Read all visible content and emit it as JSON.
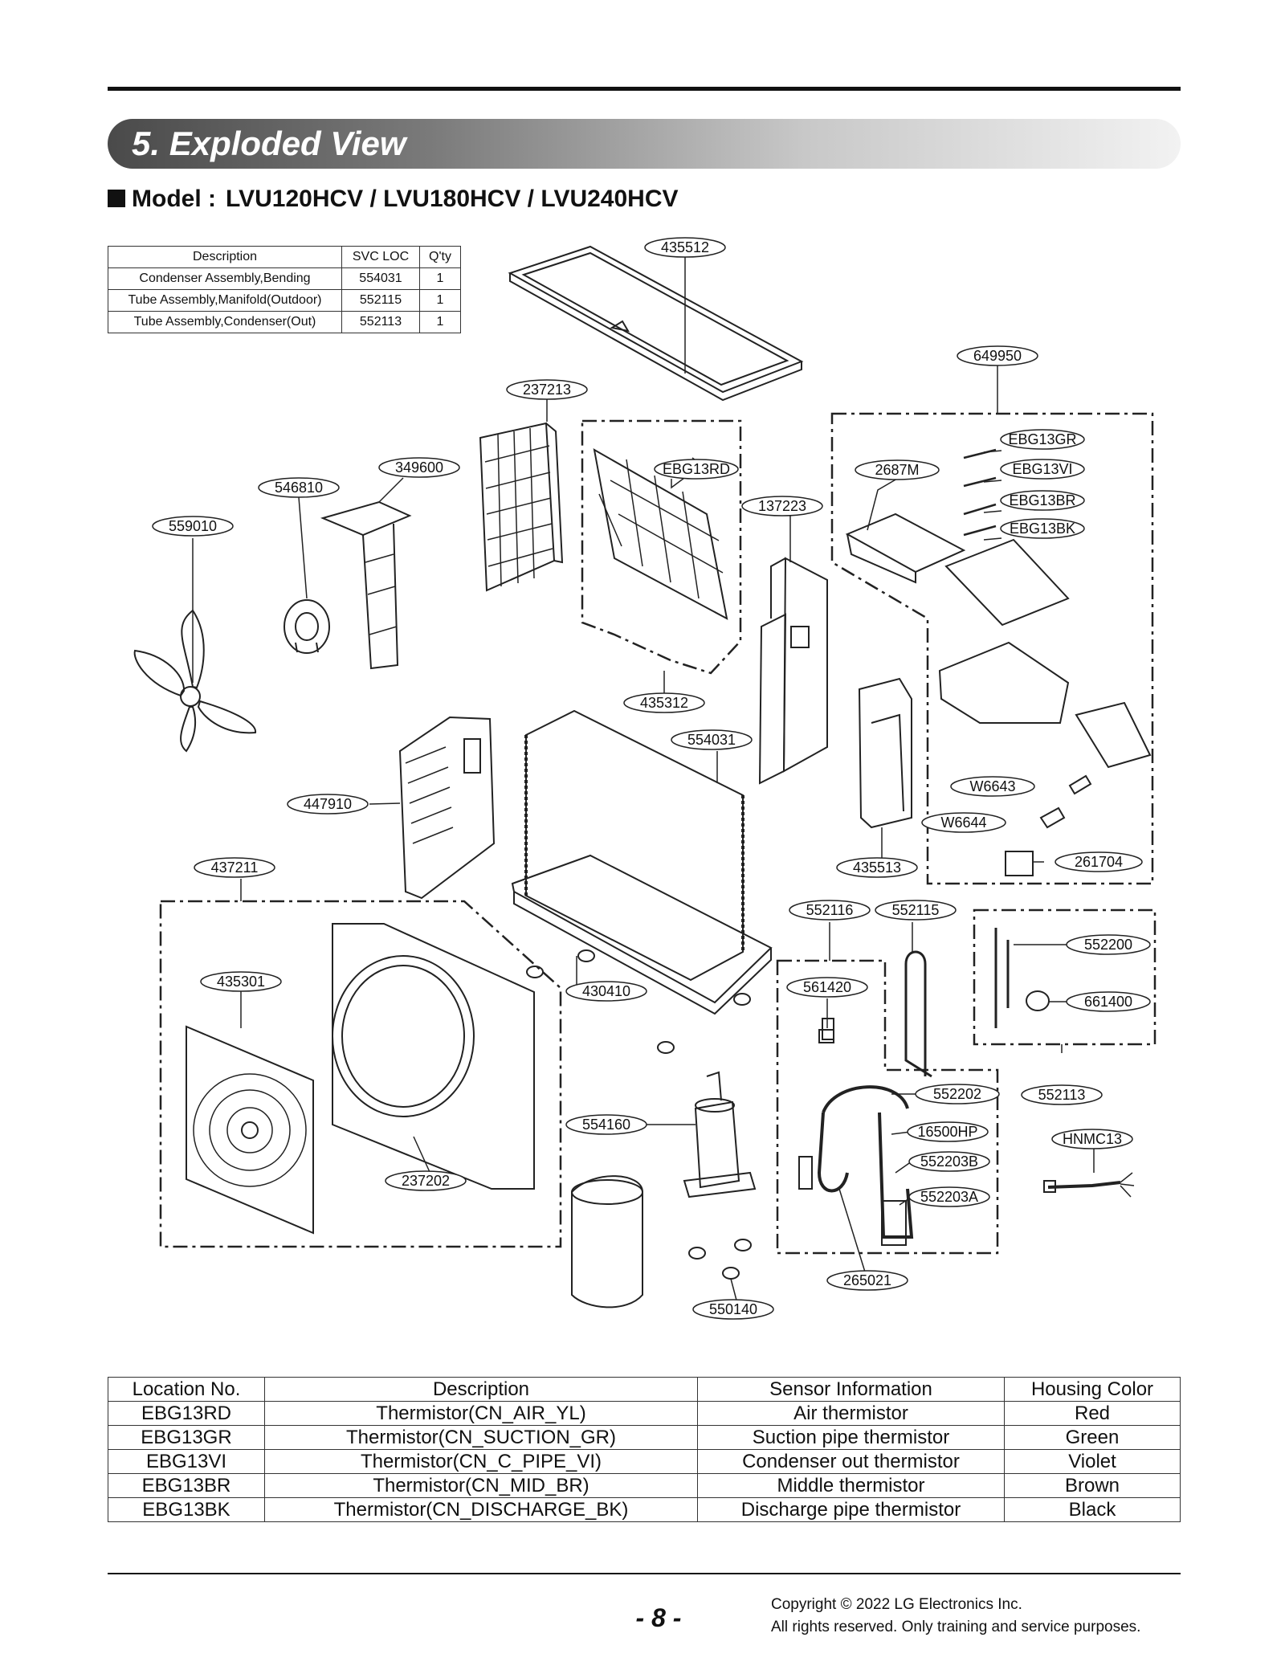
{
  "header": {
    "section_title": "5. Exploded View",
    "model_label": "Model :",
    "model_value": "LVU120HCV / LVU180HCV / LVU240HCV"
  },
  "svc_table": {
    "headers": [
      "Description",
      "SVC LOC",
      "Q'ty"
    ],
    "rows": [
      [
        "Condenser Assembly,Bending",
        "554031",
        "1"
      ],
      [
        "Tube Assembly,Manifold(Outdoor)",
        "552115",
        "1"
      ],
      [
        "Tube Assembly,Condenser(Out)",
        "552113",
        "1"
      ]
    ]
  },
  "part_labels": [
    "435512",
    "649950",
    "237213",
    "EBG13GR",
    "EBG13VI",
    "EBG13BR",
    "EBG13BK",
    "EBG13RD",
    "2687M",
    "349600",
    "546810",
    "137223",
    "559010",
    "435312",
    "554031",
    "447910",
    "W6643",
    "W6644",
    "437211",
    "435513",
    "261704",
    "552116",
    "552115",
    "552200",
    "435301",
    "430410",
    "561420",
    "661400",
    "552202",
    "552113",
    "554160",
    "16500HP",
    "HNMC13",
    "552203B",
    "552203A",
    "237202",
    "265021",
    "550140"
  ],
  "sensor_table": {
    "headers": [
      "Location No.",
      "Description",
      "Sensor Information",
      "Housing Color"
    ],
    "rows": [
      [
        "EBG13RD",
        "Thermistor(CN_AIR_YL)",
        "Air thermistor",
        "Red"
      ],
      [
        "EBG13GR",
        "Thermistor(CN_SUCTION_GR)",
        "Suction pipe thermistor",
        "Green"
      ],
      [
        "EBG13VI",
        "Thermistor(CN_C_PIPE_VI)",
        "Condenser out thermistor",
        "Violet"
      ],
      [
        "EBG13BR",
        "Thermistor(CN_MID_BR)",
        "Middle thermistor",
        "Brown"
      ],
      [
        "EBG13BK",
        "Thermistor(CN_DISCHARGE_BK)",
        "Discharge pipe thermistor",
        "Black"
      ]
    ]
  },
  "footer": {
    "page_number": "- 8 -",
    "copyright_line1": "Copyright © 2022 LG Electronics Inc.",
    "copyright_line2": "All rights reserved. Only training and service purposes."
  }
}
